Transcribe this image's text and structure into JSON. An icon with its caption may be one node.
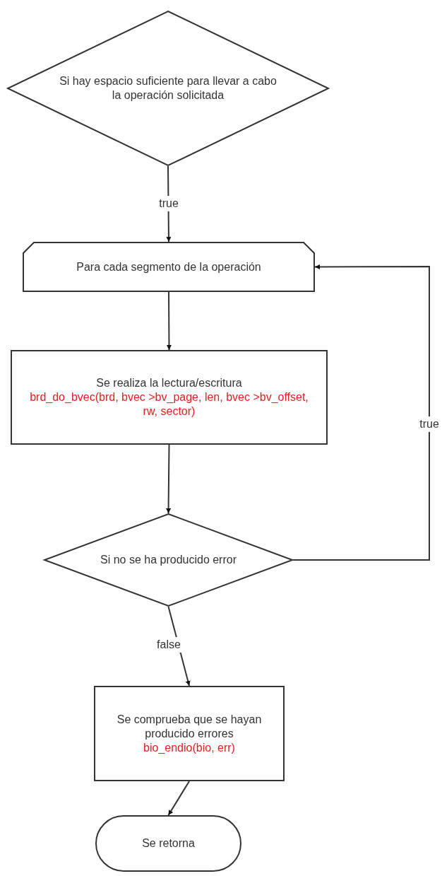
{
  "diagram": {
    "nodes": [
      {
        "text": [
          "Si hay espacio suficiente para llevar a cabo la operación solicitada"
        ]
      },
      {
        "text": [
          "Para cada segmento de la operación"
        ]
      },
      {
        "text": [
          "Se realiza la lectura/escritura",
          "brd_do_bvec(brd, bvec >bv_page, len, bvec >bv_offset, rw, sector)"
        ]
      },
      {
        "text": [
          "Si no se ha producido error"
        ]
      },
      {
        "text": [
          "Se comprueba que se hayan producido errores",
          "bio_endio(bio, err)"
        ]
      },
      {
        "text": [
          "Se retorna"
        ]
      }
    ],
    "edges": [
      {
        "from": 0,
        "to": 1,
        "arrow": "to",
        "label": "true"
      },
      {
        "from": 1,
        "to": 2,
        "arrow": "to"
      },
      {
        "from": 2,
        "to": 3,
        "arrow": "to"
      },
      {
        "from": 3,
        "to": 4,
        "arrow": "to",
        "label": "false"
      },
      {
        "from": 3,
        "to": 1,
        "arrow": "to",
        "label": "true"
      },
      {
        "from": 4,
        "to": 5,
        "arrow": "to"
      }
    ]
  }
}
